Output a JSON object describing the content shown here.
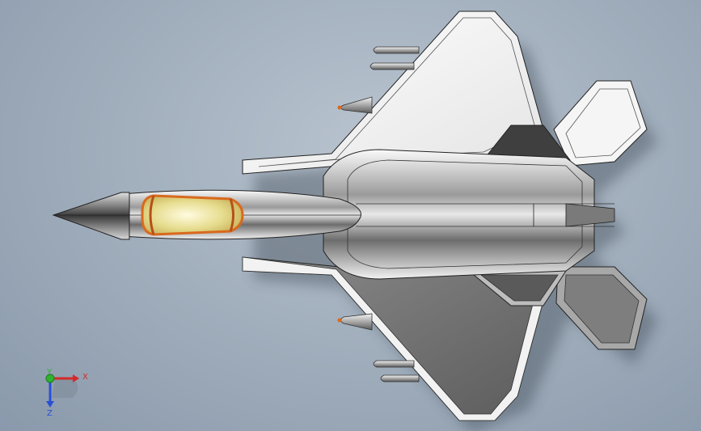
{
  "viewport": {
    "background": [
      "#b9c4cf",
      "#8a99ab"
    ],
    "model": {
      "subject": "fighter-jet-top-view",
      "colors": {
        "surface_light": "#f4f4f4",
        "surface_mid": "#bfbfbf",
        "surface_dark": "#4a4a4a",
        "canopy": "#f0e9a8",
        "canopy_edge": "#d9691e"
      }
    },
    "triad": {
      "x_label": "X",
      "y_label": "Y",
      "z_label": "Z",
      "colors": {
        "x": "#d42a2a",
        "y": "#2fb32f",
        "z": "#2a4fd4"
      }
    }
  }
}
